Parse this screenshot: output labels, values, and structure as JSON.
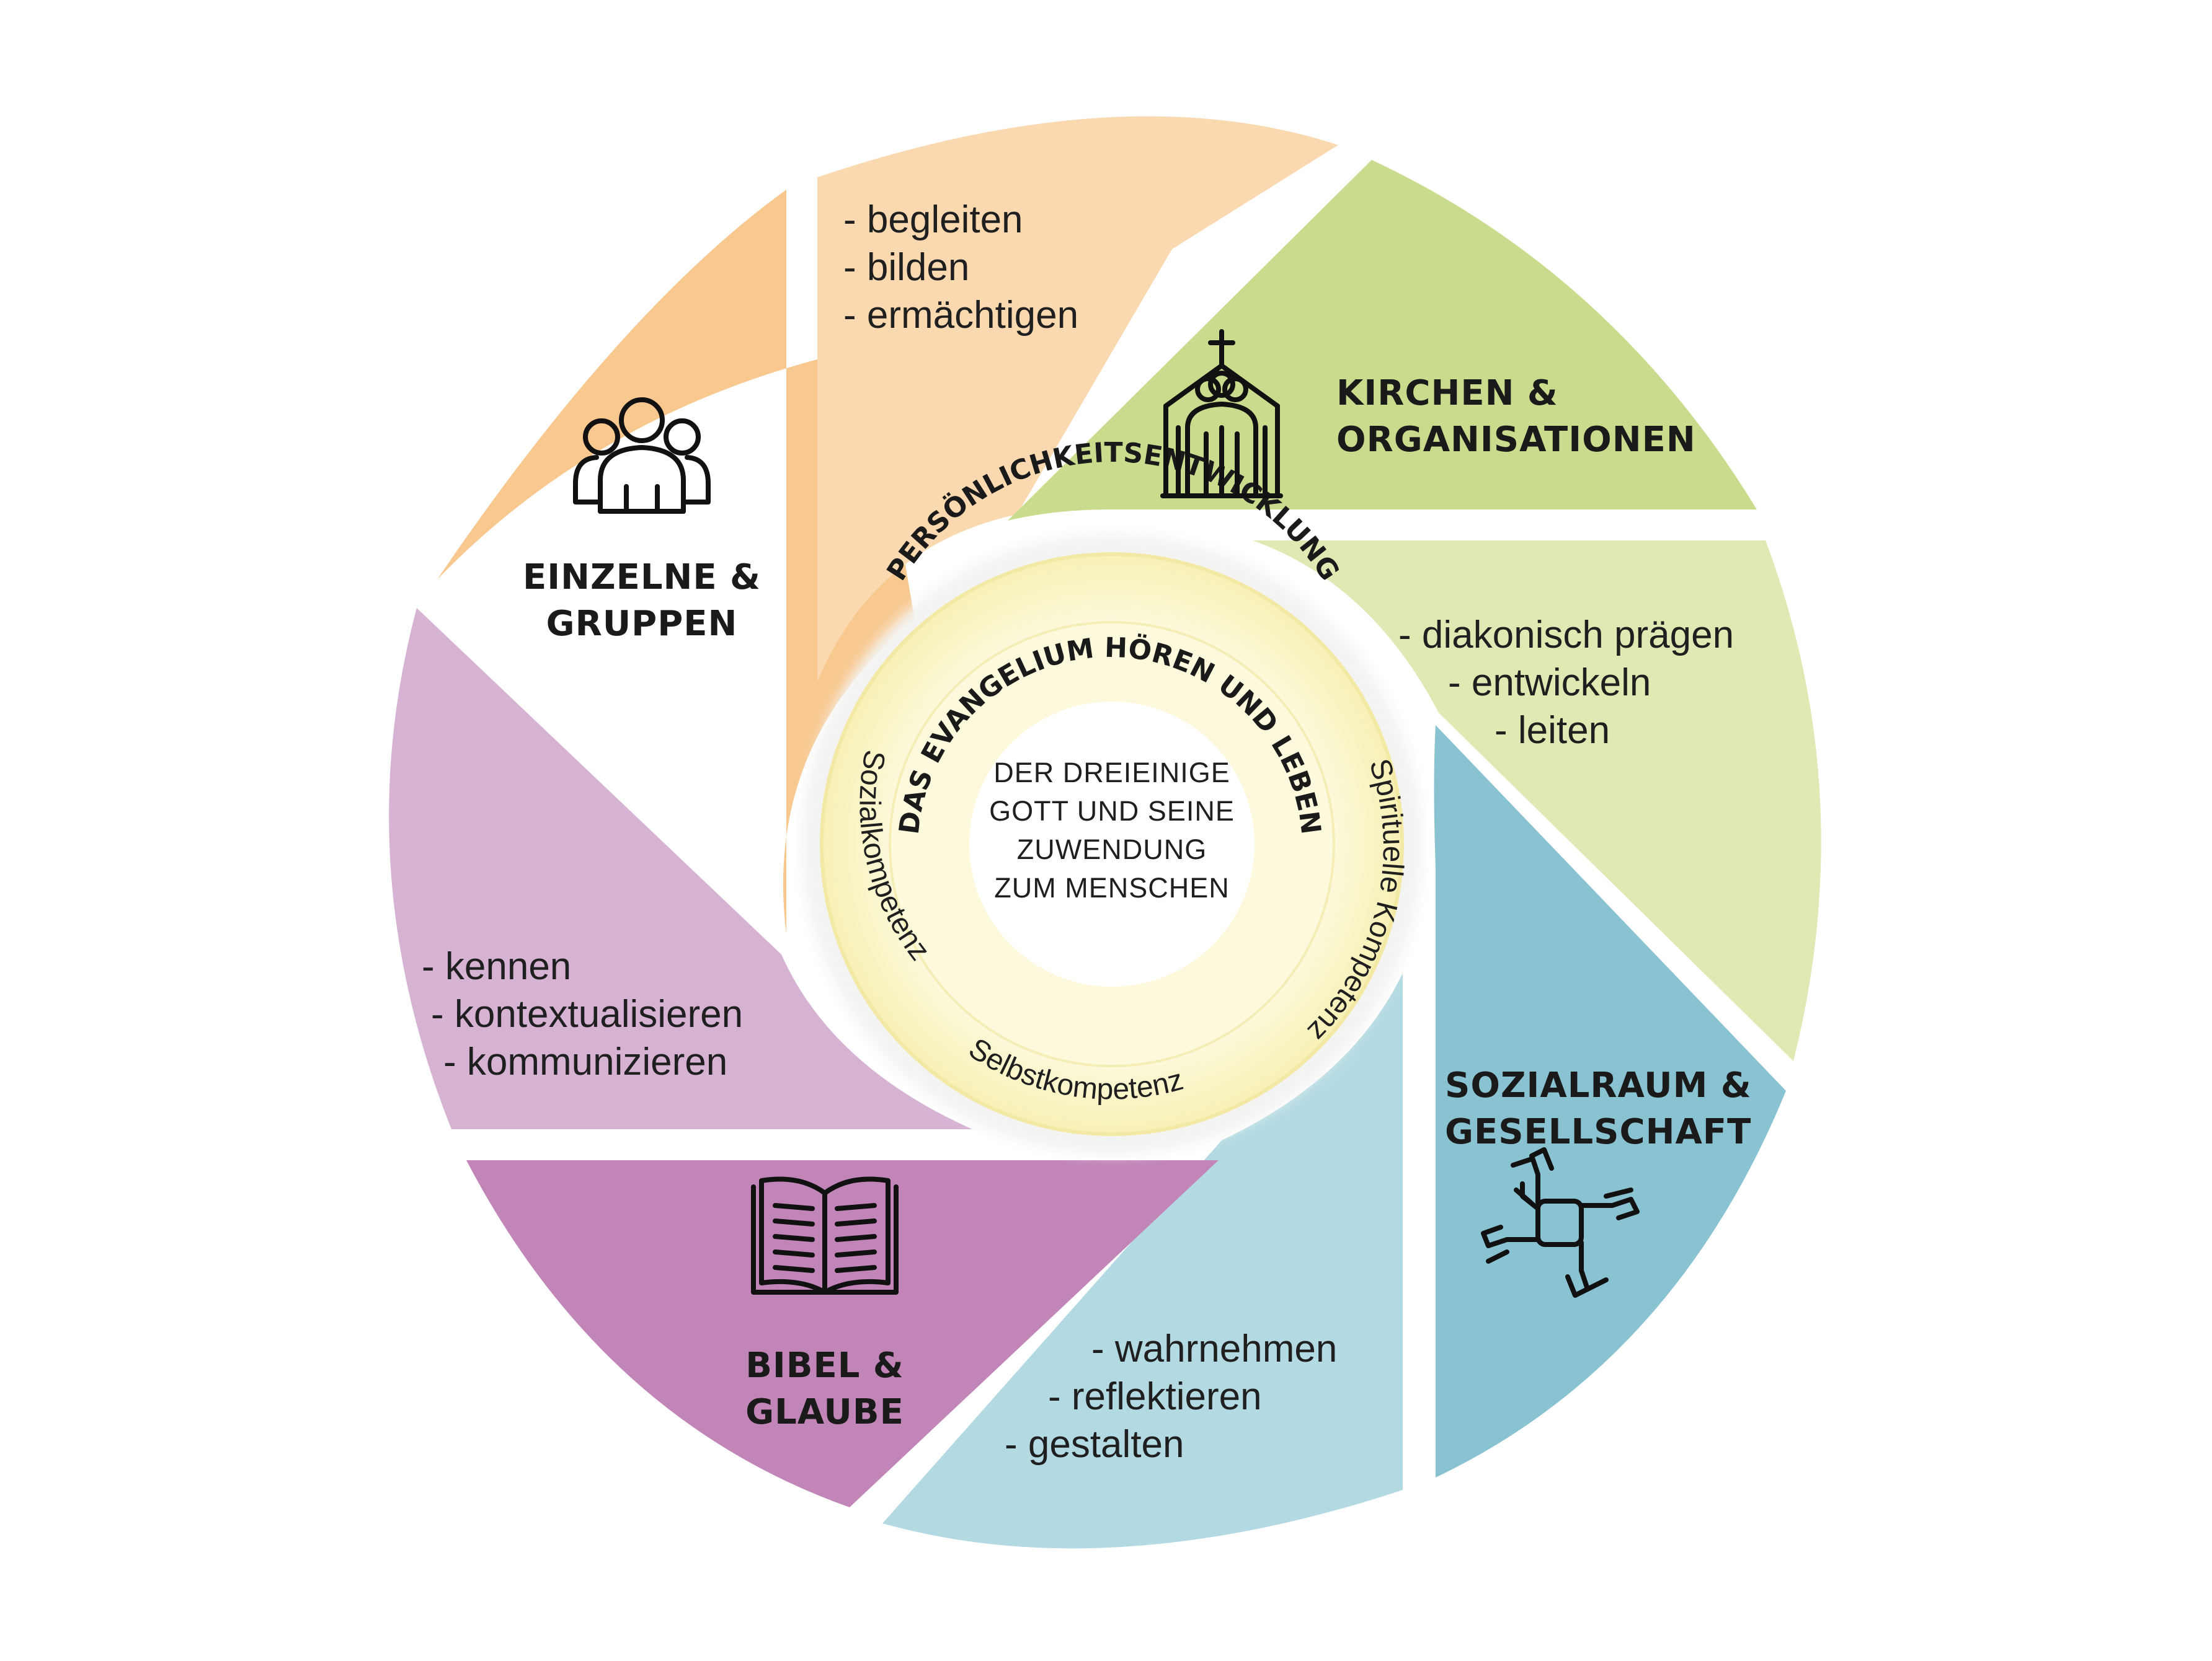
{
  "segments": {
    "einzelne": {
      "title_lines": [
        "EINZELNE &",
        "GRUPPEN"
      ],
      "icon": "people-group-icon",
      "color": "#f8c88f"
    },
    "kirchen": {
      "title_lines": [
        "KIRCHEN &",
        "ORGANISATIONEN"
      ],
      "icon": "church-icon",
      "color": "#c9dc8d"
    },
    "sozialraum": {
      "title_lines": [
        "SOZIALRAUM &",
        "GESELLSCHAFT"
      ],
      "icon": "joined-hands-icon",
      "color": "#89c2d1"
    },
    "bibel": {
      "title_lines": [
        "BIBEL &",
        "GLAUBE"
      ],
      "icon": "open-book-icon",
      "color": "#c285b8"
    }
  },
  "lists": {
    "top": {
      "items": [
        "- begleiten",
        "- bilden",
        "- ermächtigen"
      ],
      "color": "#fad9b1"
    },
    "right": {
      "items": [
        "- diakonisch prägen",
        "- entwickeln",
        "- leiten"
      ],
      "color": "#dfe9b3"
    },
    "bottom": {
      "items": [
        "- wahrnehmen",
        "- reflektieren",
        "- gestalten"
      ],
      "color": "#b3dae3"
    },
    "left": {
      "items": [
        "- kennen",
        "- kontextualisieren",
        "- kommunizieren"
      ],
      "color": "#d6b2d3"
    }
  },
  "rings": {
    "outer_top": "PERSÖNLICHKEITSENTWICKLUNG",
    "outer_left": "Sozialkompetenz",
    "outer_right": "Spirituelle Kompetenz",
    "outer_bottom": "Selbstkompetenz",
    "inner": "DAS EVANGELIUM HÖREN UND LEBEN",
    "ring_color": "#fbf6c8"
  },
  "core": {
    "lines": [
      "DER DREIEINIGE",
      "GOTT UND SEINE",
      "ZUWENDUNG",
      "ZUM MENSCHEN"
    ]
  }
}
